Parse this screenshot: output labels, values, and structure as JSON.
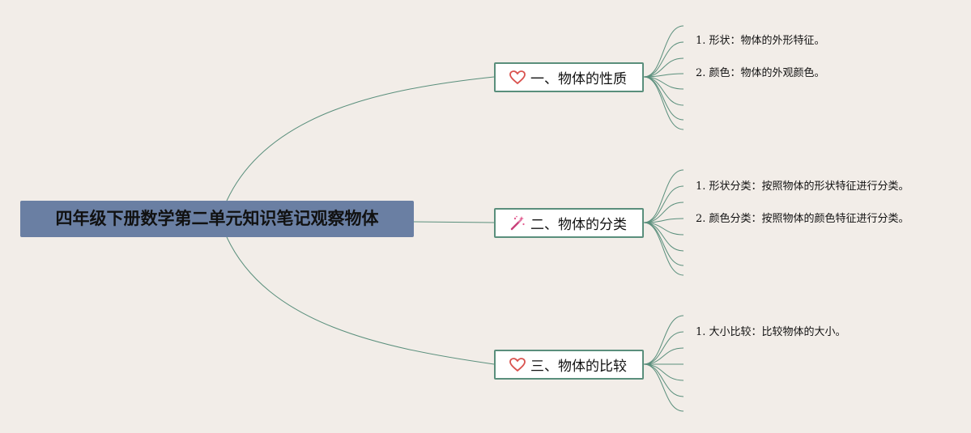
{
  "root": {
    "title": "四年级下册数学第二单元知识笔记观察物体"
  },
  "branches": [
    {
      "icon": "heart-icon",
      "label": "一、物体的性质",
      "leaves": [
        {
          "text": "1. 形状：物体的外形特征。"
        },
        {
          "text": "2. 颜色：物体的外观颜色。"
        }
      ]
    },
    {
      "icon": "magic-wand-icon",
      "label": "二、物体的分类",
      "leaves": [
        {
          "text": "1. 形状分类：按照物体的形状特征进行分类。"
        },
        {
          "text": "2. 颜色分类：按照物体的颜色特征进行分类。"
        }
      ]
    },
    {
      "icon": "heart-icon",
      "label": "三、物体的比较",
      "leaves": [
        {
          "text": "1. 大小比较：比较物体的大小。"
        }
      ]
    }
  ],
  "colors": {
    "background": "#f2ede8",
    "root_fill": "#6a7fa3",
    "branch_border": "#5a8f7c",
    "connector": "#5a8f7c",
    "heart": "#d9534f"
  }
}
